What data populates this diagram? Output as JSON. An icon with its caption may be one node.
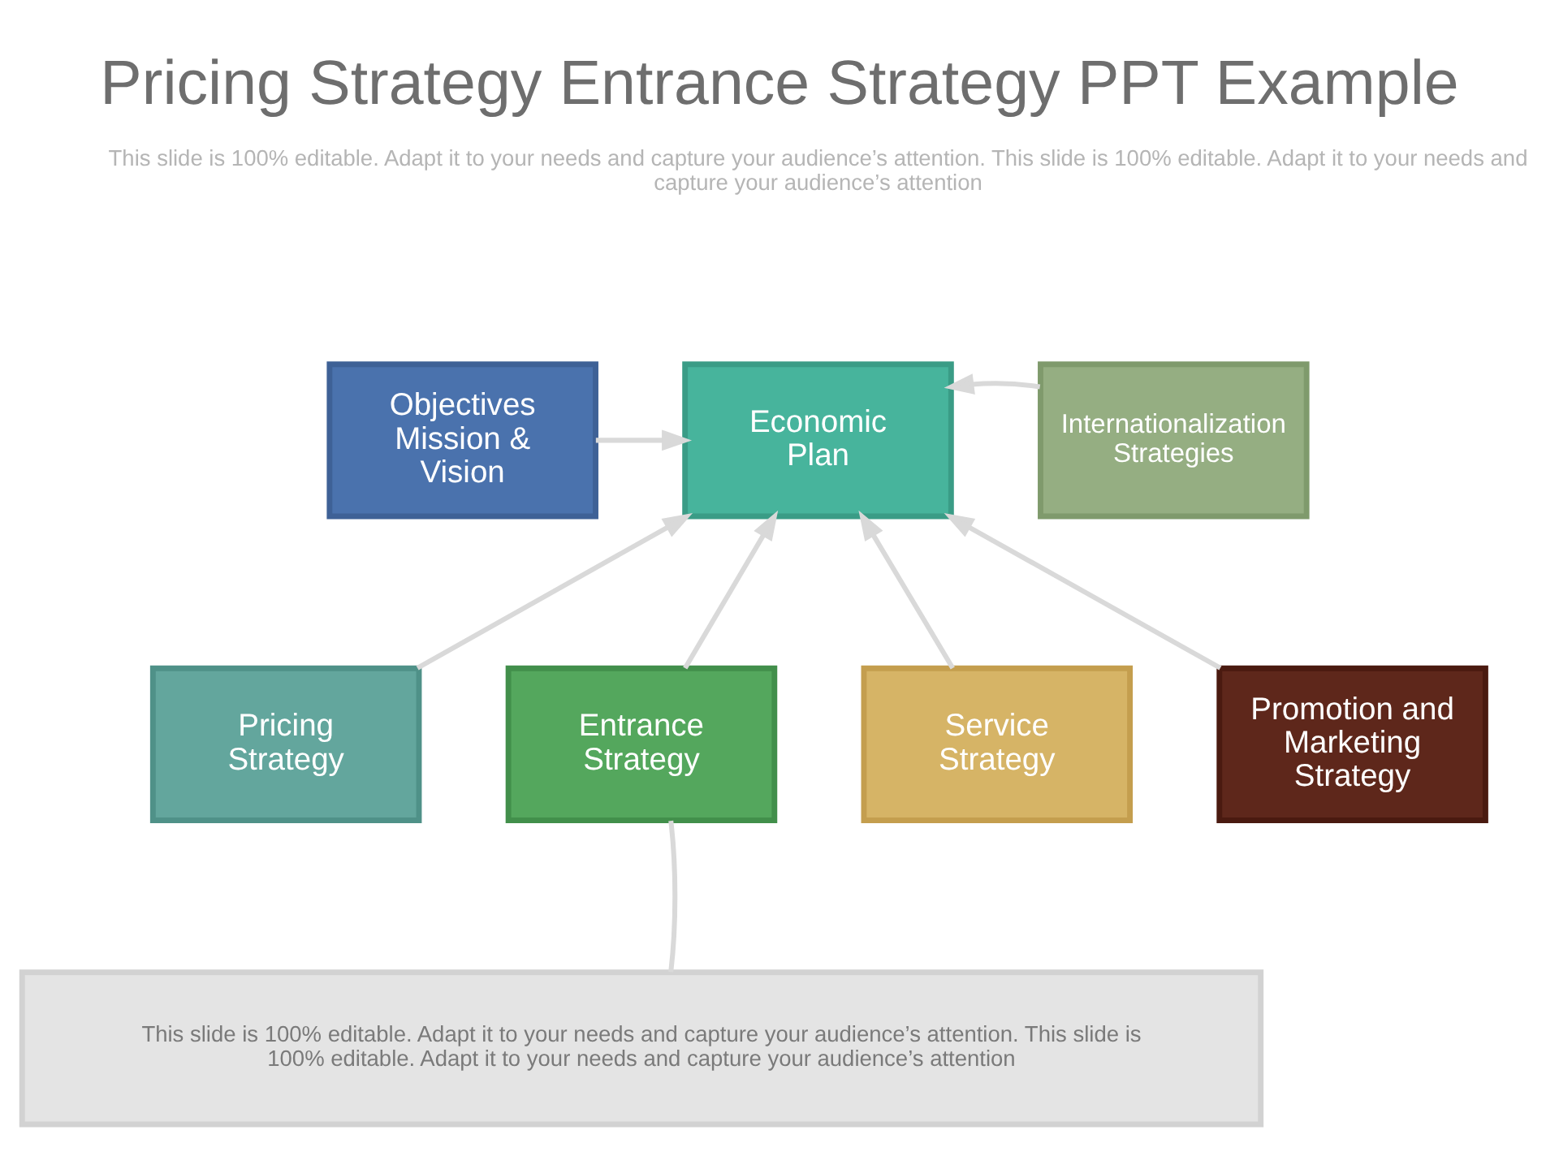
{
  "diagram": {
    "title": "Pricing Strategy Entrance Strategy PPT Example",
    "nodes": [
      {
        "text": [
          "Objectives Mission & Vision"
        ]
      },
      {
        "text": [
          "Economic Plan"
        ]
      },
      {
        "text": [
          "Internationalization Strategies"
        ]
      },
      {
        "text": [
          "Pricing Strategy"
        ]
      },
      {
        "text": [
          "Entrance Strategy"
        ]
      },
      {
        "text": [
          "Service Strategy"
        ]
      },
      {
        "text": [
          "Promotion and Marketing Strategy"
        ]
      },
      {
        "text": [
          "This slide is 100% editable. Adapt it to your needs and capture your audience’s attention. This slide is 100% editable. Adapt it to your needs and capture your audience’s attention"
        ]
      }
    ],
    "edges": [
      {
        "from": 0,
        "to": 1,
        "arrow": "to"
      },
      {
        "from": 2,
        "to": 1,
        "arrow": "to"
      },
      {
        "from": 3,
        "to": 1,
        "arrow": "to"
      },
      {
        "from": 4,
        "to": 1,
        "arrow": "to"
      },
      {
        "from": 5,
        "to": 1,
        "arrow": "to"
      },
      {
        "from": 6,
        "to": 1,
        "arrow": "to"
      },
      {
        "from": 4,
        "to": 7,
        "arrow": "none"
      }
    ],
    "labels": [
      "This slide is 100% editable. Adapt it to your needs and capture your audience’s attention. This slide is 100% editable. Adapt it to your needs and capture your audience’s attention"
    ]
  }
}
